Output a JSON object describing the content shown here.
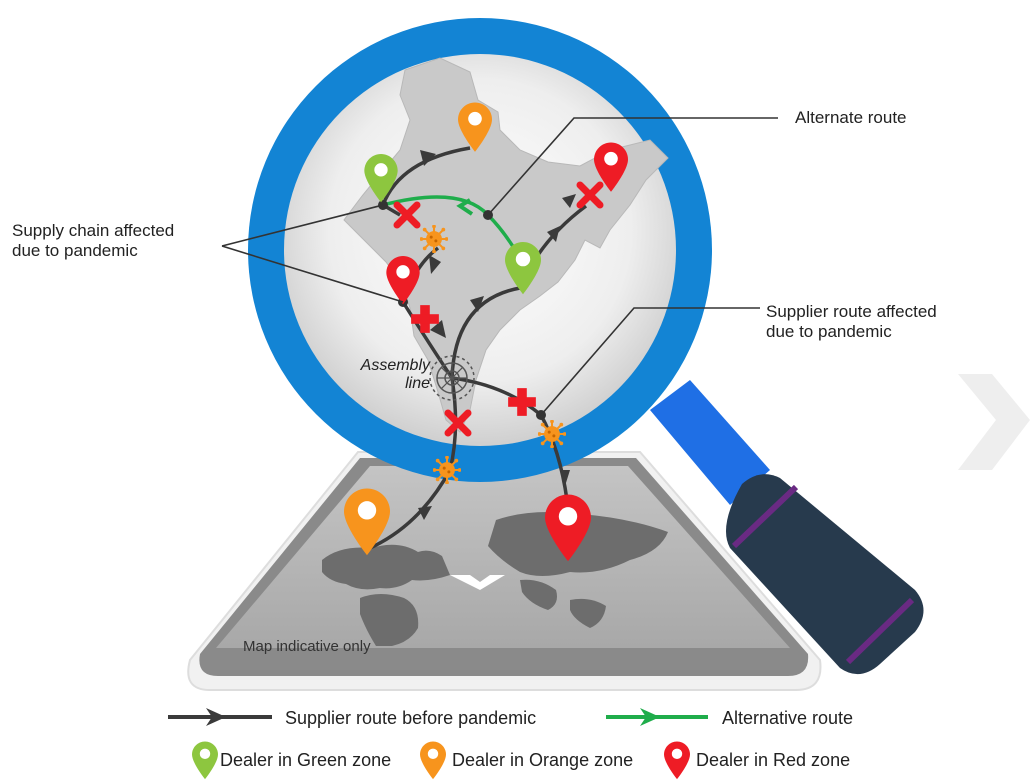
{
  "labels": {
    "alternate_route": "Alternate route",
    "supply_chain_line1": "Supply chain affected",
    "supply_chain_line2": "due to pandemic",
    "supplier_route_line1": "Supplier route affected",
    "supplier_route_line2": "due to pandemic",
    "assembly_line1": "Assembly",
    "assembly_line2": "line",
    "map_note": "Map indicative only"
  },
  "legend": {
    "supplier_route": "Supplier route before pandemic",
    "alternative_route": "Alternative route",
    "dealer_green": "Dealer in Green zone",
    "dealer_orange": "Dealer in Orange zone",
    "dealer_red": "Dealer in Red zone"
  },
  "colors": {
    "green": "#8dc63f",
    "orange": "#f7941d",
    "red": "#ee1c25",
    "lens_ring": "#1384d4",
    "handle": "#273a4d",
    "handle_stripe": "#6a2a83",
    "route": "#3a3a3a",
    "alt_route": "#1fad4b",
    "virus": "#f7941d"
  },
  "icons": [
    "pin-icon",
    "cross-icon",
    "virus-icon",
    "gear-icon",
    "arrow-icon",
    "chevron-right-icon"
  ]
}
